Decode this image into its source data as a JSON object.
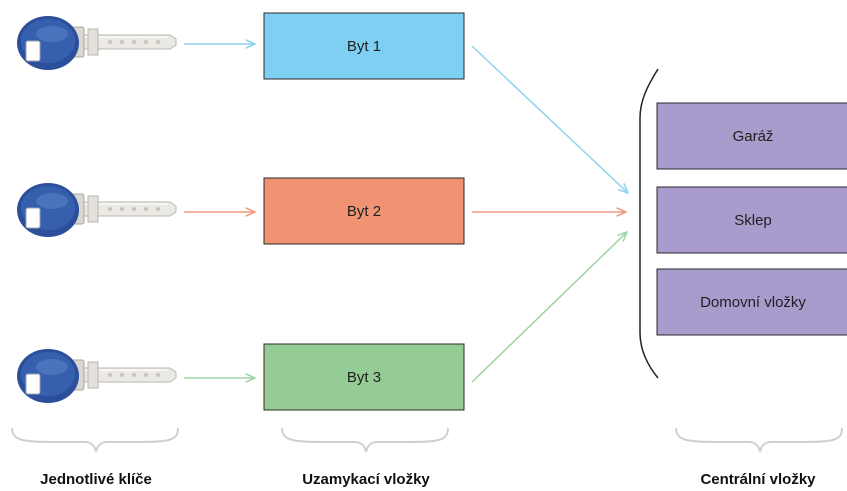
{
  "apartment_locks": [
    {
      "label": "Byt 1",
      "color": "#7fcff3",
      "arrow_color": "#8fd3ee"
    },
    {
      "label": "Byt 2",
      "color": "#ef9372",
      "arrow_color": "#ef9a80"
    },
    {
      "label": "Byt 3",
      "color": "#95cc96",
      "arrow_color": "#9dd4a0"
    }
  ],
  "central_locks": [
    {
      "label": "Garáž"
    },
    {
      "label": "Sklep"
    },
    {
      "label": "Domovní vložky"
    }
  ],
  "central_color": "#a99bcb",
  "captions": {
    "keys": "Jednotlivé klíče",
    "cylinders": "Uzamykací vložky",
    "central": "Centrální vložky"
  },
  "key_icon": "key-icon",
  "key_colors": {
    "head": "#2c4f9c",
    "blade": "#e8e6e1"
  }
}
